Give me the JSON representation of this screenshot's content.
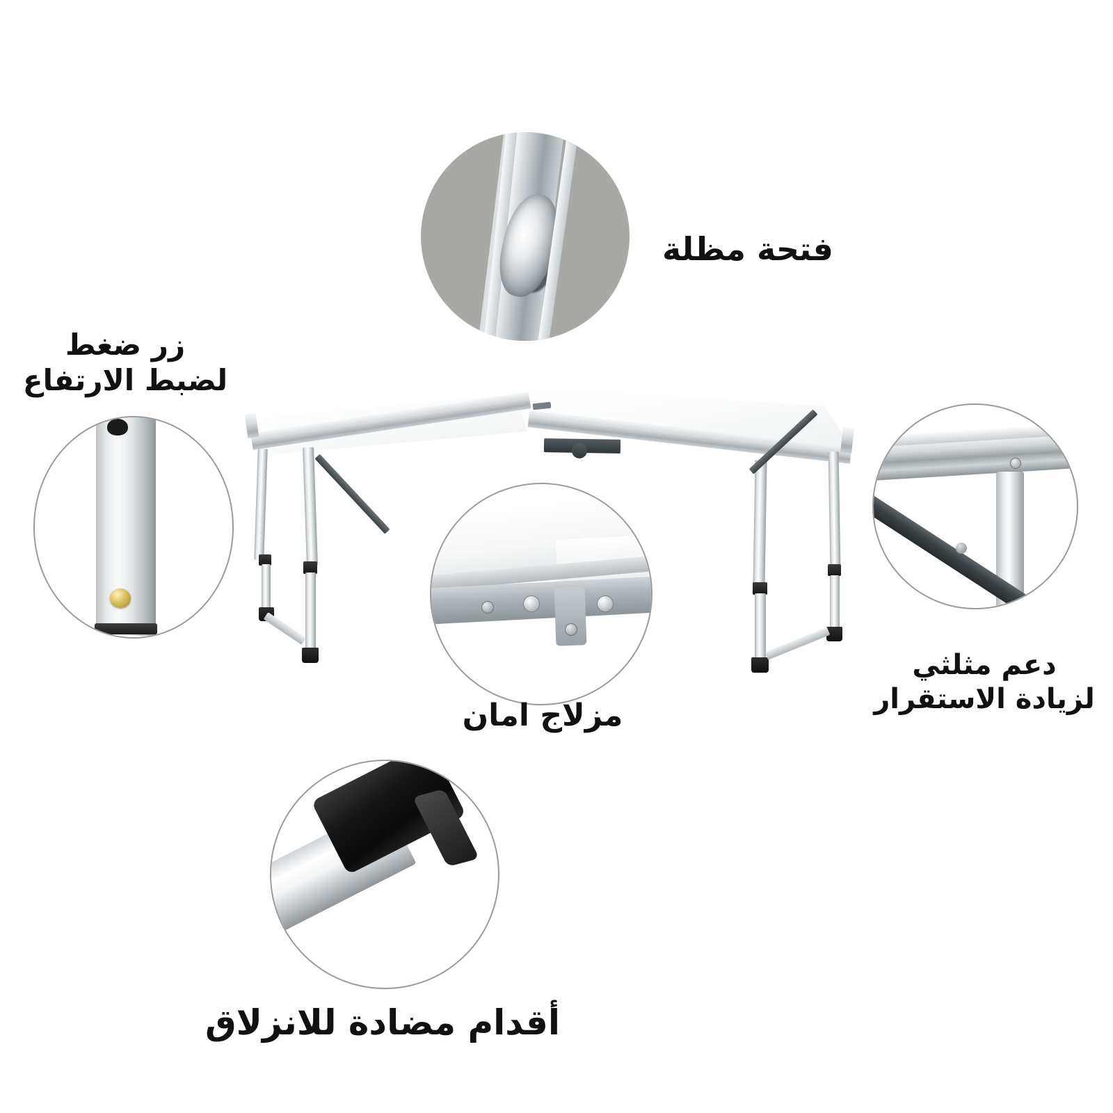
{
  "page": {
    "background_color": "#ffffff",
    "text_color": "#111111",
    "language": "ar",
    "direction": "rtl",
    "product": "folding aluminum camping table feature infographic"
  },
  "labels": {
    "umbrella_hole": "فتحة مظلة",
    "height_button": "زر ضغط\nلضبط الارتفاع",
    "triangle_support": "دعم مثلثي\nلزيادة الاستقرار",
    "safety_latch": "مزلاج امان",
    "anti_slip_feet": "أقدام مضادة للانزلاق"
  },
  "callouts": [
    {
      "key": "umbrella_hole",
      "label": "فتحة مظلة",
      "detail": "umbrella-hole-detail",
      "circle_style": "filled",
      "circle_color": "#a8a8a4",
      "label_position": "right"
    },
    {
      "key": "height_button",
      "label": "زر ضغط لضبط الارتفاع",
      "detail": "height-adjust-button-detail",
      "circle_style": "outlined",
      "circle_color": "#9b9b9b",
      "label_position": "above"
    },
    {
      "key": "triangle_support",
      "label": "دعم مثلثي لزيادة الاستقرار",
      "detail": "triangular-support-detail",
      "circle_style": "outlined",
      "circle_color": "#9b9b9b",
      "label_position": "below"
    },
    {
      "key": "safety_latch",
      "label": "مزلاج امان",
      "detail": "safety-latch-detail",
      "circle_style": "outlined",
      "circle_color": "#9b9b9b",
      "label_position": "below"
    },
    {
      "key": "anti_slip_feet",
      "label": "أقدام مضادة للانزلاق",
      "detail": "anti-slip-foot-detail",
      "circle_style": "outlined",
      "circle_color": "#9b9b9b",
      "label_position": "below"
    }
  ],
  "colors": {
    "aluminum_light": "#fbfcfc",
    "aluminum_mid": "#d3d8da",
    "aluminum_dark": "#8f9599",
    "tabletop_white": "#ffffff",
    "rubber_black": "#141414",
    "brass_button": "#e0c461",
    "circle_outline": "#9b9b9b",
    "umbrella_circle_fill": "#a8a8a4"
  }
}
